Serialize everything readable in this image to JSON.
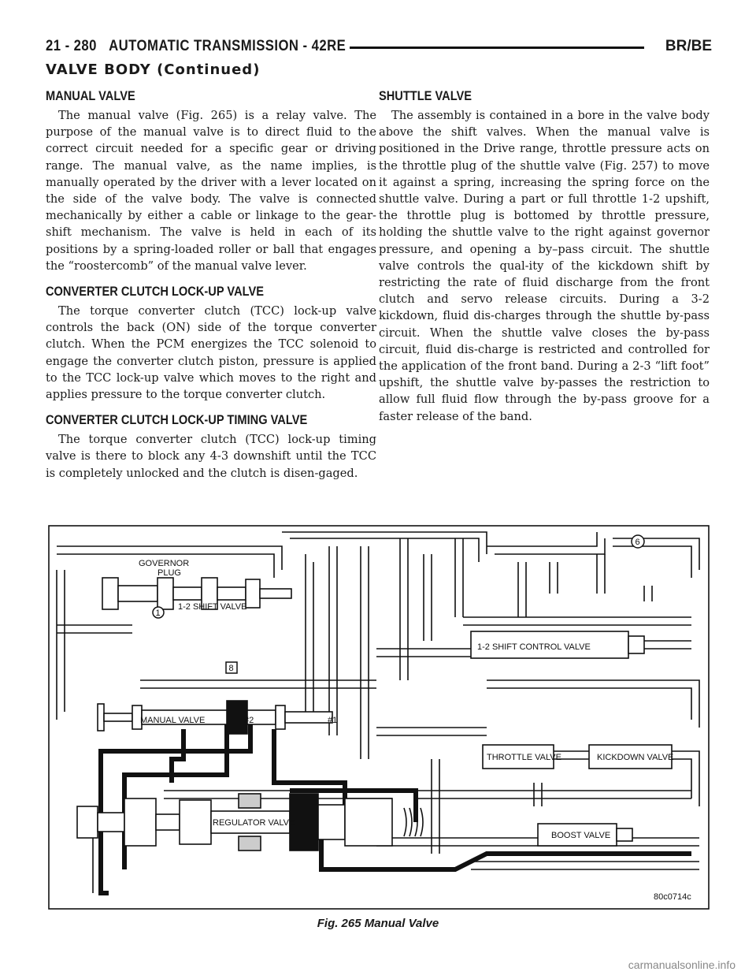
{
  "header": {
    "page_ref": "21 - 280",
    "chapter": "AUTOMATIC TRANSMISSION - 42RE",
    "model": "BR/BE"
  },
  "section_title": "VALVE BODY (Continued)",
  "left_column": [
    {
      "heading": "MANUAL VALVE",
      "paragraphs": [
        "The manual valve (Fig. 265) is a relay valve. The purpose of the manual valve is to direct fluid to the correct circuit needed for a specific gear or driving range. The manual valve, as the name implies, is manually operated by the driver with a lever located on the side of the valve body. The valve is connected mechanically by either a cable or linkage to the gear-shift mechanism. The valve is held in each of its positions by a spring-loaded roller or ball that engages the “roostercomb” of the manual valve lever."
      ]
    },
    {
      "heading": "CONVERTER CLUTCH LOCK-UP VALVE",
      "paragraphs": [
        "The torque converter clutch (TCC) lock-up valve controls the back (ON) side of the torque converter clutch. When the PCM energizes the TCC solenoid to engage the converter clutch piston, pressure is applied to the TCC lock-up valve which moves to the right and applies pressure to the torque converter clutch."
      ]
    },
    {
      "heading": "CONVERTER CLUTCH LOCK-UP TIMING VALVE",
      "paragraphs": [
        "The torque converter clutch (TCC) lock-up timing valve is there to block any 4-3 downshift until the TCC is completely unlocked and the clutch is disen-gaged."
      ]
    }
  ],
  "right_column": [
    {
      "heading": "SHUTTLE VALVE",
      "paragraphs": [
        "The assembly is contained in a bore in the valve body above the shift valves. When the manual valve is positioned in the Drive range, throttle pressure acts on the throttle plug of the shuttle valve (Fig. 257) to move it against a spring, increasing the spring force on the shuttle valve. During a part or full throttle 1-2 upshift, the throttle plug is bottomed by throttle pressure, holding the shuttle valve to the right against governor pressure, and opening a by–pass circuit. The shuttle valve controls the qual-ity of the kickdown shift by restricting the rate of fluid discharge from the front clutch and servo release circuits. During a 3-2 kickdown, fluid dis-charges through the shuttle by-pass circuit. When the shuttle valve closes the by-pass circuit, fluid dis-charge is restricted and controlled for the application of the front band. During a 2-3 “lift foot” upshift, the shuttle valve by-passes the restriction to allow full fluid flow through the by-pass groove for a faster release of the band."
      ]
    }
  ],
  "figure": {
    "labels": {
      "governor": "GOVERNOR",
      "plug": "PLUG",
      "shift_valve": "1-2 SHIFT VALVE",
      "shift_control_valve": "1-2 SHIFT CONTROL VALVE",
      "manual_valve": "MANUAL VALVE",
      "throttle_valve": "THROTTLE VALVE",
      "kickdown_valve": "KICKDOWN VALVE",
      "regulator_valve": "REGULATOR VALVE",
      "boost_valve": "BOOST VALVE",
      "callout_1": "1",
      "callout_6": "6",
      "callout_8": "8",
      "port_2": "#2",
      "port_1": "#1",
      "figure_code": "80c0714c"
    },
    "caption": "Fig. 265 Manual Valve"
  },
  "footer": "carmanualsonline.info"
}
